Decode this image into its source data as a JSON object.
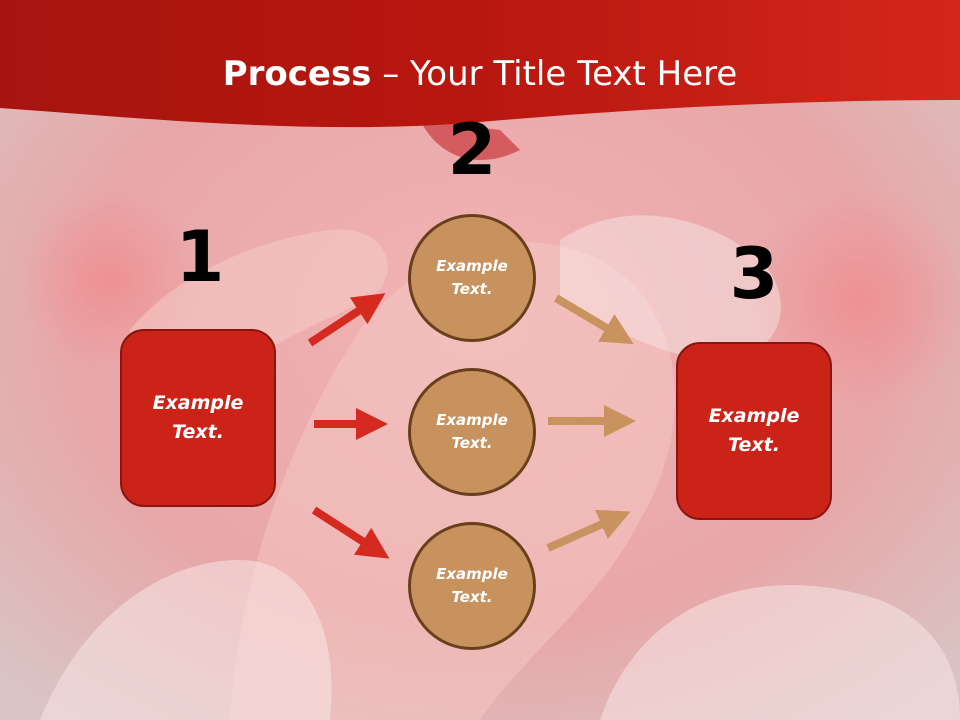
{
  "slide": {
    "title_bold": "Process",
    "title_rest": " – Your Title Text Here"
  },
  "steps": {
    "one": "1",
    "two": "2",
    "three": "3"
  },
  "left_box": {
    "label": "Example Text."
  },
  "right_box": {
    "label": "Example Text."
  },
  "circles": [
    {
      "label": "Example Text."
    },
    {
      "label": "Example Text."
    },
    {
      "label": "Example Text."
    }
  ],
  "colors": {
    "header_red": "#c41e16",
    "box_red": "#cc2319",
    "circle_tan": "#c8925f",
    "arrow_red": "#d42a20",
    "arrow_tan": "#c9935f"
  }
}
